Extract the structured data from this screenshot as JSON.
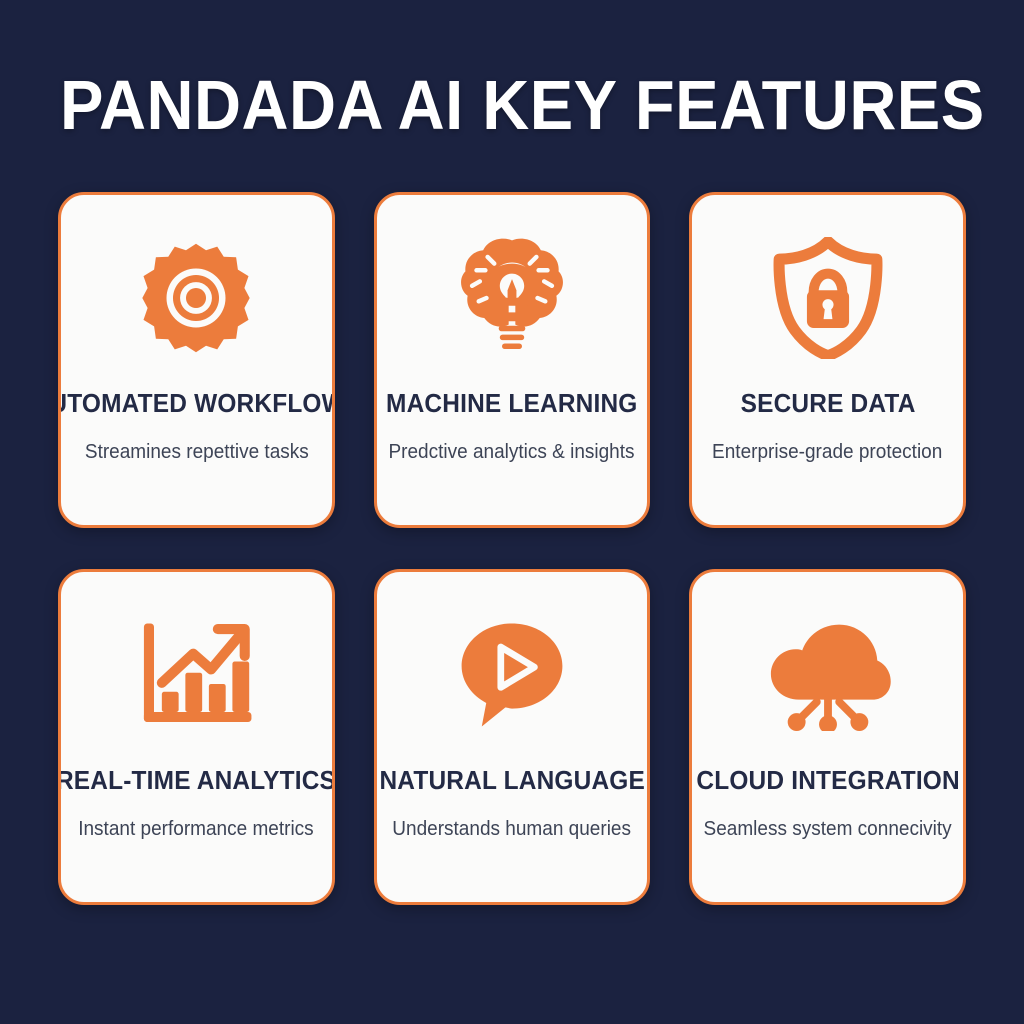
{
  "theme": {
    "background": "#1b2240",
    "accent": "#ec7c3c",
    "card_background": "#fbfbfa",
    "title_color": "#ffffff",
    "card_title_color": "#232a45",
    "card_desc_color": "#3d4456"
  },
  "header": {
    "title": "PANDADA AI KEY FEATURES"
  },
  "cards": [
    {
      "icon": "gear-icon",
      "title": "AUTOMATED WORKFLOWS",
      "description": "Streamines repettive tasks"
    },
    {
      "icon": "brain-lightbulb-icon",
      "title": "MACHINE LEARNING",
      "description": "Predctive analytics & insights"
    },
    {
      "icon": "shield-lock-icon",
      "title": "SECURE DATA",
      "description": "Enterprise-grade protection"
    },
    {
      "icon": "bar-chart-growth-icon",
      "title": "REAL-TIME ANALYTICS",
      "description": "Instant performance metrics"
    },
    {
      "icon": "speech-bubble-play-icon",
      "title": "NATURAL LANGUAGE",
      "description": "Understands human queries"
    },
    {
      "icon": "cloud-network-icon",
      "title": "CLOUD INTEGRATION",
      "description": "Seamless system connecivity"
    }
  ]
}
